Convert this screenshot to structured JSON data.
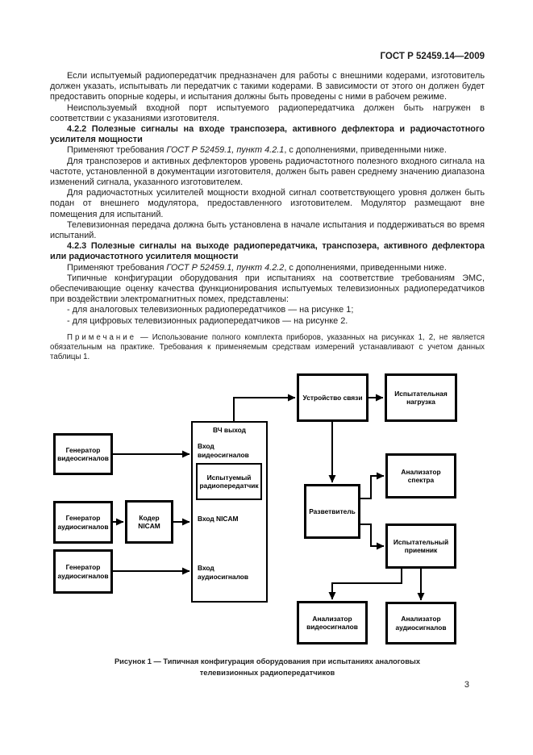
{
  "header": {
    "standard": "ГОСТ Р 52459.14—2009",
    "page_number": "3"
  },
  "content": {
    "p1": "Если испытуемый радиопередатчик предназначен для работы с внешними кодерами, изготовитель должен указать, испытывать ли передатчик с такими кодерами. В зависимости от этого он должен будет предоставить опорные кодеры, и испытания должны быть проведены с ними в рабочем режиме.",
    "p2": "Неиспользуемый входной порт испытуемого радиопередатчика должен быть нагружен в соответствии с указаниями изготовителя.",
    "h422": "4.2.2 Полезные сигналы на входе транспозера, активного дефлектора и радиочастотного усилителя мощности",
    "p3_pre": "Применяют требования ",
    "p3_it": "ГОСТ Р 52459.1, пункт 4.2.1",
    "p3_post": ", с дополнениями, приведенными ниже.",
    "p4": "Для транспозеров и активных дефлекторов уровень радиочастотного полезного входного сигнала на частоте, установленной в документации изготовителя, должен быть равен среднему значению диапазона изменений сигнала, указанного изготовителем.",
    "p5": "Для радиочастотных усилителей мощности входной сигнал соответствующего уровня должен быть подан от внешнего модулятора, предоставленного изготовителем. Модулятор размещают вне помещения для испытаний.",
    "p6": "Телевизионная передача должна быть установлена в начале испытания и поддерживаться во время испытаний.",
    "h423": "4.2.3 Полезные сигналы на выходе радиопередатчика, транспозера, активного дефлектора или радиочастотного усилителя мощности",
    "p7_pre": "Применяют требования ",
    "p7_it": "ГОСТ Р 52459.1, пункт 4.2.2",
    "p7_post": ", с дополнениями, приведенными ниже.",
    "p8": "Типичные конфигурации оборудования при испытаниях на соответствие требованиям ЭМС, обеспечивающие оценку качества функционирования испытуемых телевизионных радиопередатчиков при воздействии электромагнитных помех, представлены:",
    "li1": "- для аналоговых телевизионных радиопередатчиков — на рисунке 1;",
    "li2": "- для цифровых телевизионных радиопередатчиков — на рисунке 2.",
    "note_label": "Примечание",
    "note_text": " — Использование полного комплекта приборов, указанных на рисунках 1, 2, не является обязательным на практике. Требования к применяемым средствам измерений устанавливают с учетом данных таблицы 1."
  },
  "diagram": {
    "boxes": {
      "gen_video": "Генератор видеосигналов",
      "gen_audio1": "Генератор аудиосигналов",
      "koder_nicam": "Кодер NICAM",
      "gen_audio2": "Генератор аудиосигналов",
      "rf_output": "ВЧ выход",
      "in_video": "Вход видеосигналов",
      "dut": "Испытуемый радиопередатчик",
      "in_nicam": "Вход NICAM",
      "in_audio": "Вход аудиосигналов",
      "comm_device": "Устройство связи",
      "test_load": "Испытательная нагрузка",
      "splitter": "Разветвитель",
      "spectrum_analyzer": "Анализатор спектра",
      "test_receiver": "Испытательный приемник",
      "video_analyzer": "Анализатор видеосигналов",
      "audio_analyzer": "Анализатор аудиосигналов"
    },
    "caption_line1": "Рисунок 1 — Типичная конфигурация оборудования при испытаниях аналоговых",
    "caption_line2": "телевизионных радиопередатчиков",
    "line_color": "#000000"
  }
}
